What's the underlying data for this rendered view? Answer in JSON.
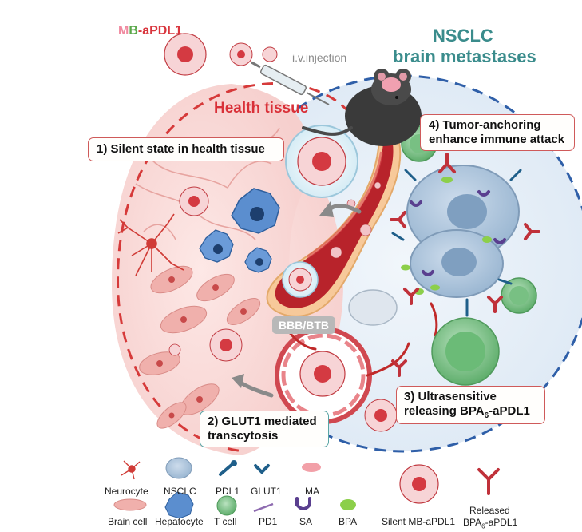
{
  "title": {
    "m": "M",
    "b": "B",
    "rest": "-aPDL1",
    "colors": {
      "m": "#f08aa0",
      "b": "#5aa84a",
      "rest": "#d9363e"
    }
  },
  "nsclc_title": {
    "line1": "NSCLC",
    "line2": "brain metastases",
    "color": "#3a8c8c"
  },
  "injection": "i.v.injection",
  "health_tissue": "Health tissue",
  "bbb": "BBB/BTB",
  "steps": {
    "s1": "1)  Silent state in health tissue",
    "s2_line1": "2) GLUT1 mediated",
    "s2_line2": "transcytosis",
    "s3_line1": "3) Ultrasensitive",
    "s3_line2_a": "releasing BPA",
    "s3_line2_sub": "6",
    "s3_line2_b": "-aPDL1",
    "s4_line1": "4) Tumor-anchoring",
    "s4_line2": "enhance immune attack"
  },
  "legend": {
    "neurocyte": "Neurocyte",
    "brain_cell": "Brain cell",
    "nsclc": "NSCLC",
    "hepatocyte": "Hepatocyte",
    "pdl1": "PDL1",
    "glut1": "GLUT1",
    "ma": "MA",
    "tcell": "T cell",
    "pd1": "PD1",
    "sa": "SA",
    "bpa": "BPA",
    "silent": "Silent MB-aPDL1",
    "released_line1": "Released",
    "released_line2_a": "BPA",
    "released_line2_sub": "6",
    "released_line2_b": "-aPDL1"
  },
  "colors": {
    "healthy_dash": "#d63a3a",
    "tumor_dash": "#2f5fa8",
    "vessel": "#b8232b",
    "nsclc_cell": "#aac4dd",
    "tcell": "#7fc08c",
    "pdl1": "#1f5f8a",
    "sa": "#5a3f8f",
    "bpa": "#8ccf4a",
    "ma": "#f2a0a8"
  }
}
